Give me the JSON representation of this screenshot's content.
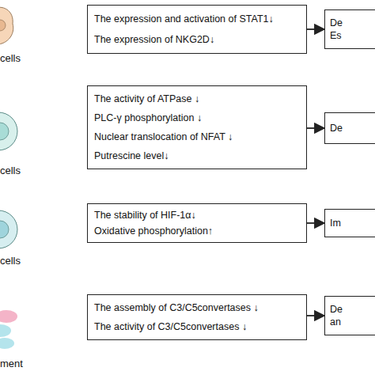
{
  "diagram": {
    "nodes": [
      {
        "text": [
          "The expression and activation of STAT1↓",
          "The expression of NKG2D↓"
        ]
      },
      {
        "text": [
          "De Es"
        ]
      },
      {
        "text": [
          "The activity of ATPase ↓",
          "PLC-γ phosphorylation ↓",
          "Nuclear translocation of NFAT ↓",
          "Putrescine level↓"
        ]
      },
      {
        "text": [
          "De"
        ]
      },
      {
        "text": [
          "The stability of HIF-1α↓",
          "Oxidative phosphorylation↑"
        ]
      },
      {
        "text": [
          "Im"
        ]
      },
      {
        "text": [
          "The assembly of C3/C5convertases ↓",
          "The activity of C3/C5convertases ↓"
        ]
      },
      {
        "text": [
          "De an"
        ]
      }
    ],
    "edges": [
      {
        "from": 0,
        "to": 1,
        "arrow": "to"
      },
      {
        "from": 2,
        "to": 3,
        "arrow": "to"
      },
      {
        "from": 4,
        "to": 5,
        "arrow": "to"
      },
      {
        "from": 6,
        "to": 7,
        "arrow": "to"
      }
    ],
    "labels": [
      "cells",
      "cells",
      "cells",
      "ment"
    ]
  }
}
